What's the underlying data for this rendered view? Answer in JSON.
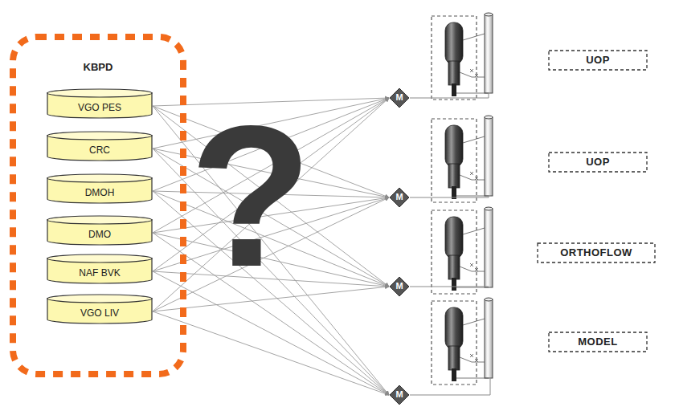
{
  "diagram": {
    "nodes": [
      {
        "text": [
          "KBPD"
        ]
      },
      {
        "text": [
          "VGO PES"
        ],
        "in": 0
      },
      {
        "text": [
          "CRC"
        ],
        "in": 0
      },
      {
        "text": [
          "DMOH"
        ],
        "in": 0
      },
      {
        "text": [
          "DMO"
        ],
        "in": 0
      },
      {
        "text": [
          "NAF BVK"
        ],
        "in": 0
      },
      {
        "text": [
          "VGO LIV"
        ],
        "in": 0
      },
      {
        "text": [
          "M"
        ]
      },
      {
        "text": [
          "M"
        ]
      },
      {
        "text": [
          "M"
        ]
      },
      {
        "text": [
          "M"
        ]
      },
      {
        "text": [
          "UOP"
        ]
      },
      {
        "text": [
          "UOP"
        ]
      },
      {
        "text": [
          "ORTHOFLOW"
        ]
      },
      {
        "text": [
          "MODEL"
        ]
      }
    ],
    "edges": [
      {
        "from": 1,
        "to": 7,
        "arrow": "to"
      },
      {
        "from": 1,
        "to": 8,
        "arrow": "to"
      },
      {
        "from": 1,
        "to": 9,
        "arrow": "to"
      },
      {
        "from": 1,
        "to": 10,
        "arrow": "to"
      },
      {
        "from": 2,
        "to": 7,
        "arrow": "to"
      },
      {
        "from": 2,
        "to": 8,
        "arrow": "to"
      },
      {
        "from": 2,
        "to": 9,
        "arrow": "to"
      },
      {
        "from": 2,
        "to": 10,
        "arrow": "to"
      },
      {
        "from": 3,
        "to": 7,
        "arrow": "to"
      },
      {
        "from": 3,
        "to": 8,
        "arrow": "to"
      },
      {
        "from": 3,
        "to": 9,
        "arrow": "to"
      },
      {
        "from": 3,
        "to": 10,
        "arrow": "to"
      },
      {
        "from": 4,
        "to": 7,
        "arrow": "to"
      },
      {
        "from": 4,
        "to": 8,
        "arrow": "to"
      },
      {
        "from": 4,
        "to": 9,
        "arrow": "to"
      },
      {
        "from": 4,
        "to": 10,
        "arrow": "to"
      },
      {
        "from": 5,
        "to": 7,
        "arrow": "to"
      },
      {
        "from": 5,
        "to": 8,
        "arrow": "to"
      },
      {
        "from": 5,
        "to": 9,
        "arrow": "to"
      },
      {
        "from": 5,
        "to": 10,
        "arrow": "to"
      },
      {
        "from": 6,
        "to": 7,
        "arrow": "to"
      },
      {
        "from": 6,
        "to": 8,
        "arrow": "to"
      },
      {
        "from": 6,
        "to": 9,
        "arrow": "to"
      },
      {
        "from": 6,
        "to": 10,
        "arrow": "to"
      }
    ],
    "labels": [
      "?"
    ]
  }
}
